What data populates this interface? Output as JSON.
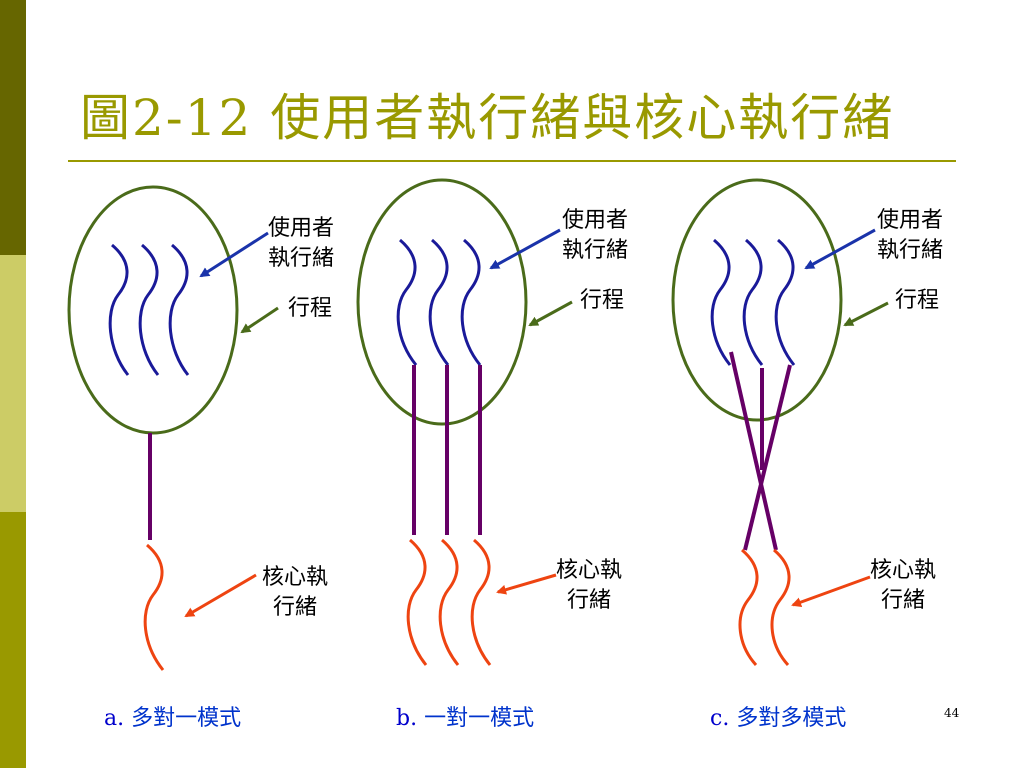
{
  "title": "圖2-12 使用者執行緒與核心執行緒",
  "labels": {
    "user_thread": [
      "使用者",
      "執行緒"
    ],
    "process": "行程",
    "kernel_thread": [
      "核心執",
      "行緒"
    ]
  },
  "captions": {
    "a": {
      "prefix": "a.",
      "text": "多對一模式"
    },
    "b": {
      "prefix": "b.",
      "text": "一對一模式"
    },
    "c": {
      "prefix": "c.",
      "text": "多對多模式"
    }
  },
  "page_number": "44",
  "colors": {
    "sidebar_dark": "#666600",
    "sidebar_light": "#CCCC66",
    "sidebar_mid": "#999900",
    "title": "#999900",
    "ellipse": "#4a6b1a",
    "user_thread": "#1a1a99",
    "kernel_thread": "#ee4411",
    "connector": "#660066",
    "arrow_blue": "#1a33aa",
    "arrow_green": "#4a6b1a",
    "arrow_red": "#ee4411",
    "caption": "#0033cc"
  }
}
